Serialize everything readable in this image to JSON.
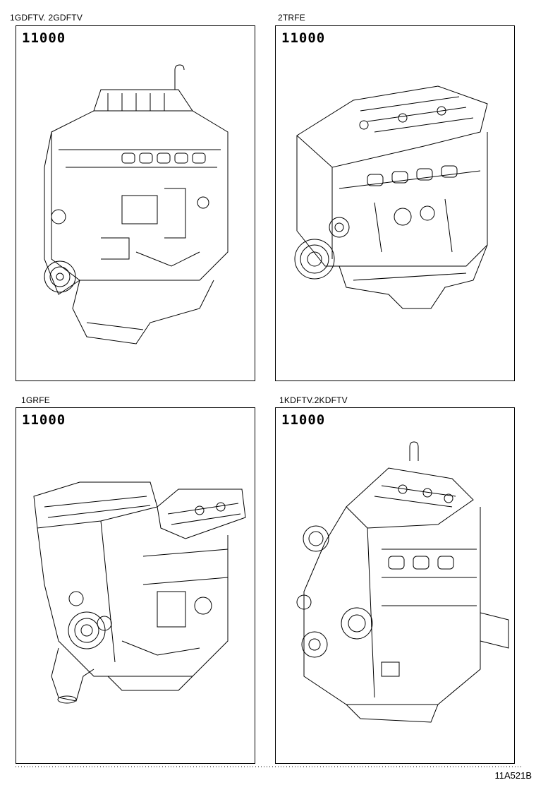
{
  "panels": [
    {
      "engine_label": "1GDFTV. 2GDFTV",
      "part_number": "11000"
    },
    {
      "engine_label": "2TRFE",
      "part_number": "11000"
    },
    {
      "engine_label": "1GRFE",
      "part_number": "11000"
    },
    {
      "engine_label": "1KDFTV.2KDFTV",
      "part_number": "11000"
    }
  ],
  "illustration_ref": "11A521B"
}
